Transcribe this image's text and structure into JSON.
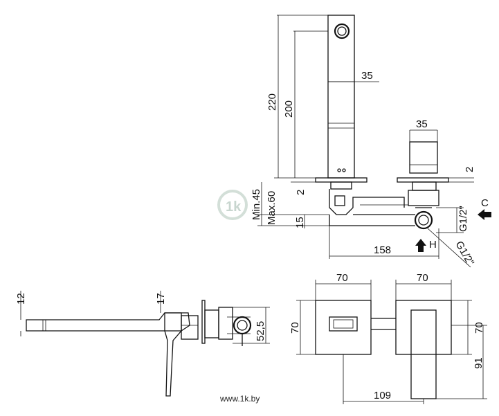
{
  "dimensions": {
    "spout_height_total": "220",
    "spout_height": "200",
    "spout_width": "35",
    "valve_width": "35",
    "plate_gap_spout": "2",
    "plate_gap_valve": "2",
    "depth_min": "Min.45",
    "depth_max": "Max.60",
    "offset": "15",
    "inlet_spacing": "158",
    "thread_top": "G1/2\"",
    "thread_bottom": "G1/2\"",
    "cold_label": "C",
    "hot_label": "H",
    "spout_thickness": "12",
    "lever_thickness": "17",
    "body_height": "52,5",
    "plate_width_left": "70",
    "plate_width_right": "70",
    "plate_height_left": "70",
    "plate_height_right": "70",
    "lever_length": "91",
    "centre_distance": "109"
  },
  "watermark": {
    "logo": "1k",
    "site": "www.1k.by"
  }
}
